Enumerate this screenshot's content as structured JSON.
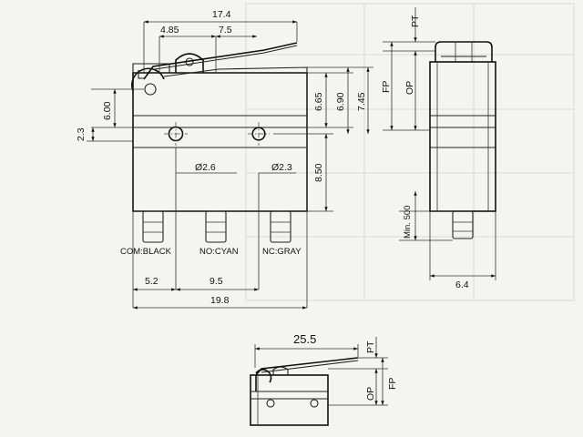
{
  "front_view": {
    "dims": {
      "overall_lever": "17.4",
      "lever_pivot": "4.85",
      "lever_roller": "7.5",
      "pin_offset": "6.00",
      "pin_hole_gap": "2.3",
      "height_665": "6.65",
      "height_690": "6.90",
      "height_745": "7.45",
      "height_850": "8.50",
      "hole_left": "Ø2.6",
      "hole_right": "Ø2.3",
      "span_52": "5.2",
      "span_95": "9.5",
      "width_198": "19.8"
    },
    "terminals": {
      "com": "COM:BLACK",
      "no": "NO:CYAN",
      "nc": "NC:GRAY"
    }
  },
  "side_view": {
    "pt": "PT",
    "fp": "FP",
    "op": "OP",
    "min_wire": "Min. 500",
    "width": "6.4"
  },
  "bottom_view": {
    "lever_len": "25.5",
    "pt": "PT",
    "op": "OP",
    "fp": "FP"
  }
}
